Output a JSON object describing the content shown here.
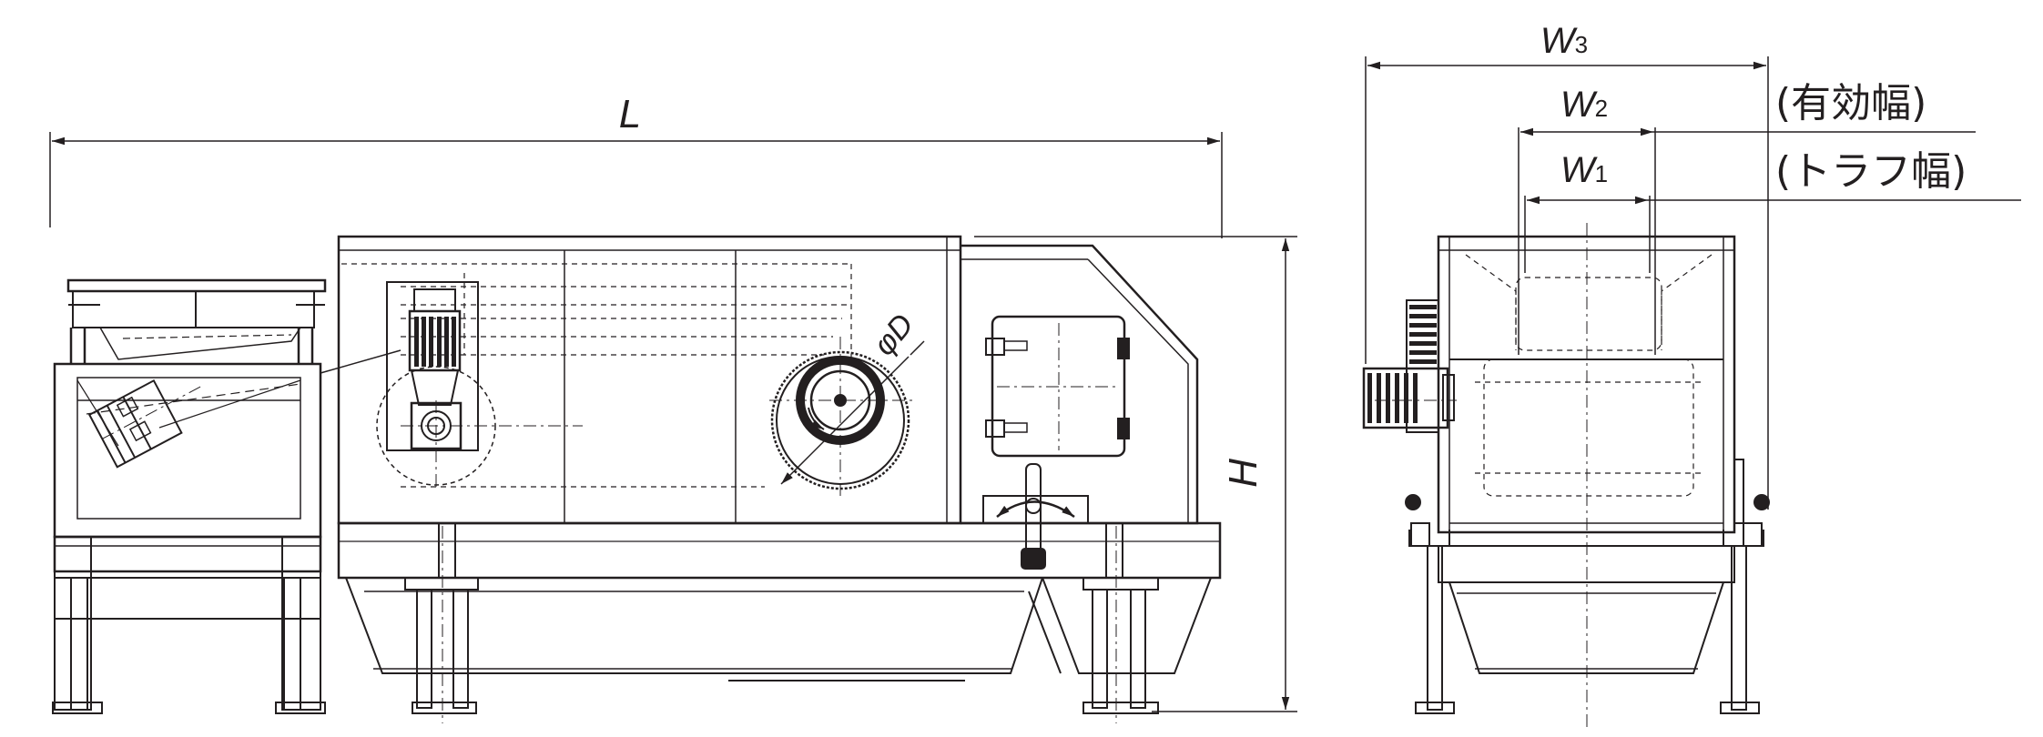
{
  "colors": {
    "line": "#231f20",
    "background": "#ffffff"
  },
  "labels": {
    "length": "L",
    "height": "H",
    "diameter": "φD",
    "w3": {
      "main": "W",
      "sub": "3"
    },
    "w2": {
      "main": "W",
      "sub": "2"
    },
    "w1": {
      "main": "W",
      "sub": "1"
    },
    "w2_note": "(有効幅)",
    "w1_note": "(トラフ幅)"
  }
}
